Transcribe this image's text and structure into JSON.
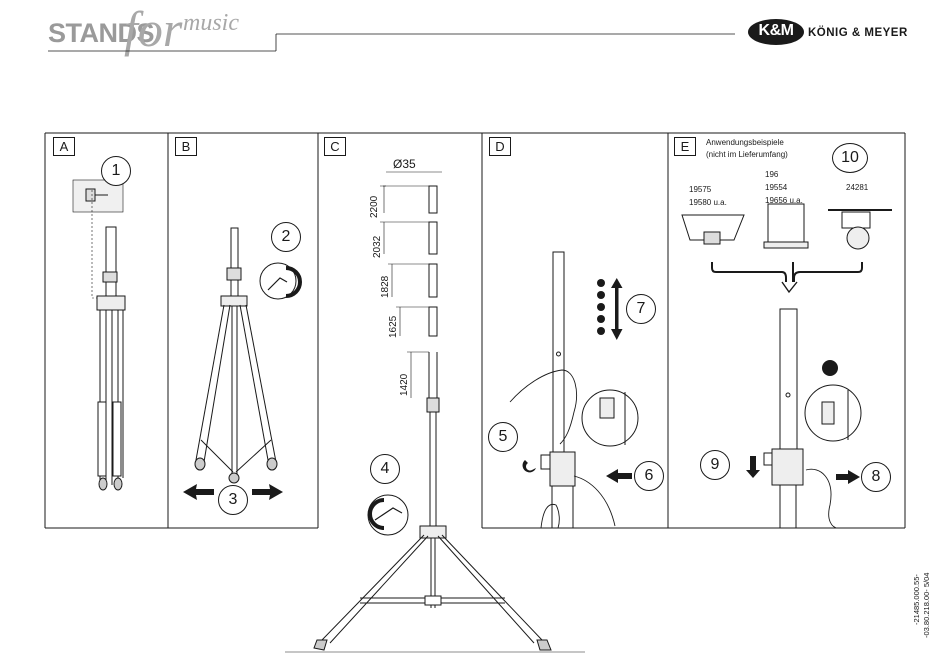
{
  "header": {
    "logo_stands": "STANDS",
    "logo_for": "for",
    "logo_music": "music",
    "brand_mark": "K&M",
    "brand_name": "KÖNIG & MEYER"
  },
  "panels": [
    {
      "label": "A"
    },
    {
      "label": "B"
    },
    {
      "label": "C"
    },
    {
      "label": "D"
    },
    {
      "label": "E"
    }
  ],
  "steps": [
    "1",
    "2",
    "3",
    "4",
    "5",
    "6",
    "7",
    "8",
    "9",
    "10"
  ],
  "diameter_label": "Ø35",
  "height_marks": [
    "2200",
    "2032",
    "1828",
    "1625",
    "1420"
  ],
  "accessories": {
    "title_line1": "Anwendungsbeispiele",
    "title_line2": "(nicht im Lieferumfang)",
    "items": [
      {
        "line1": "19575",
        "line2": "19580 u.a."
      },
      {
        "line0": "196",
        "line1": "19554",
        "line2": "19656 u.a."
      },
      {
        "line1": "24281"
      }
    ]
  },
  "side_code_1": "-21485.000.55-",
  "side_code_2": "-03.80.218.00- 5/04"
}
